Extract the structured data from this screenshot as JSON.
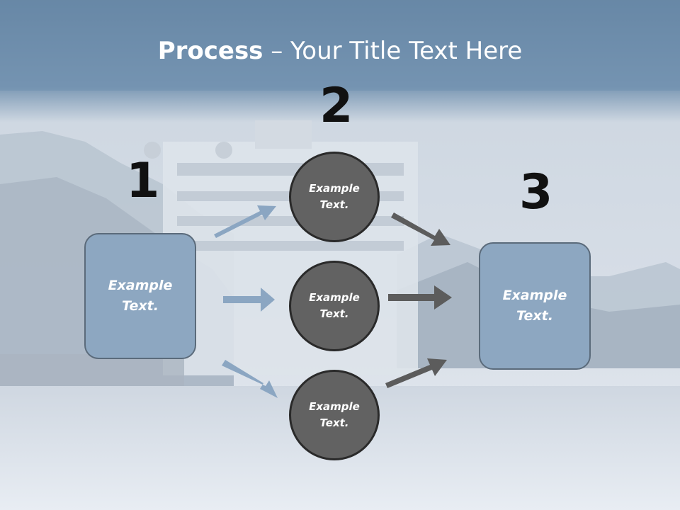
{
  "title": {
    "bold": "Process",
    "rest": " – Your Title Text Here"
  },
  "steps": [
    {
      "number": "1",
      "label": "Example\nText."
    },
    {
      "number": "2",
      "labels": [
        "Example\nText.",
        "Example\nText.",
        "Example\nText."
      ]
    },
    {
      "number": "3",
      "label": "Example\nText."
    }
  ],
  "colors": {
    "box_fill": "#8da7c1",
    "circle_fill": "#626262",
    "blue_arrow": "#8ba6c2",
    "gray_arrow": "#5c5c5c",
    "title_band": "#6f8fae"
  }
}
